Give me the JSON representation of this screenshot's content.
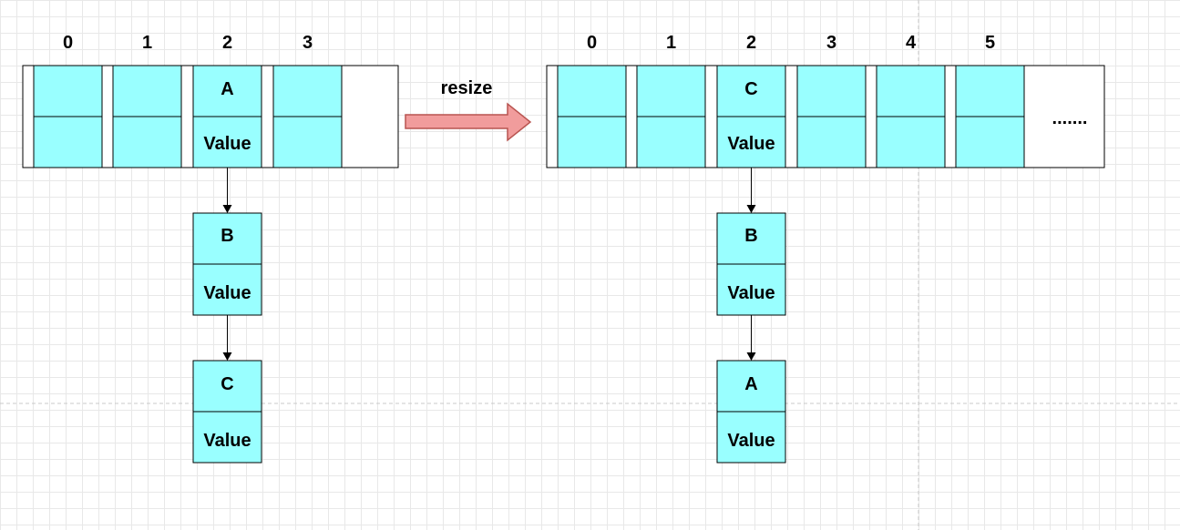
{
  "resize_label": "resize",
  "ellipsis": ".......",
  "colors": {
    "cell_fill": "#99ffff",
    "arrow_fill": "#f19c9c",
    "arrow_stroke": "#b85450",
    "grid": "#e8e8e8"
  },
  "before": {
    "indices": [
      "0",
      "1",
      "2",
      "3"
    ],
    "bucket_node": {
      "key": "A",
      "value": "Value"
    },
    "chain": [
      {
        "key": "B",
        "value": "Value"
      },
      {
        "key": "C",
        "value": "Value"
      }
    ]
  },
  "after": {
    "indices": [
      "0",
      "1",
      "2",
      "3",
      "4",
      "5"
    ],
    "bucket_node": {
      "key": "C",
      "value": "Value"
    },
    "chain": [
      {
        "key": "B",
        "value": "Value"
      },
      {
        "key": "A",
        "value": "Value"
      }
    ]
  }
}
